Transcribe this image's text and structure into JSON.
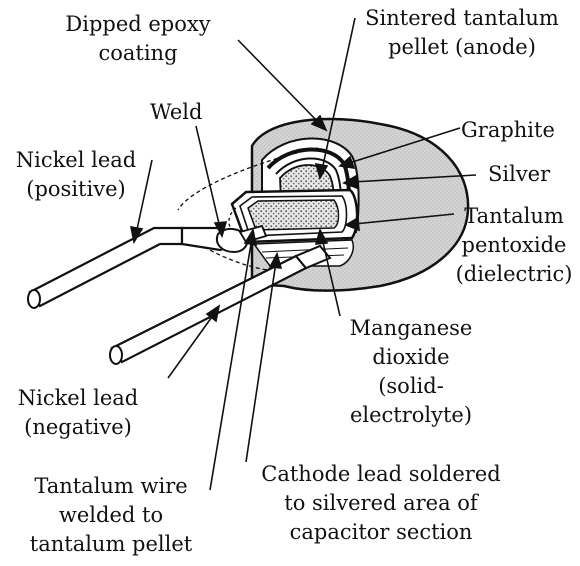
{
  "labels": {
    "dipped_epoxy": [
      "Dipped epoxy",
      "coating"
    ],
    "sintered_pellet": [
      "Sintered tantalum",
      "pellet (anode)"
    ],
    "weld": [
      "Weld"
    ],
    "graphite": [
      "Graphite"
    ],
    "nickel_positive": [
      "Nickel lead",
      "(positive)"
    ],
    "silver": [
      "Silver"
    ],
    "tantalum_pentoxide": [
      "Tantalum",
      "pentoxide",
      "(dielectric)"
    ],
    "manganese_dioxide": [
      "Manganese",
      "dioxide",
      "(solid-",
      "electrolyte)"
    ],
    "nickel_negative": [
      "Nickel lead",
      "(negative)"
    ],
    "tantalum_wire": [
      "Tantalum wire",
      "welded to",
      "tantalum pellet"
    ],
    "cathode_lead": [
      "Cathode lead soldered",
      "to silvered area of",
      "capacitor section"
    ]
  },
  "colors": {
    "ink": "#111111",
    "epoxy_fill": "#cfcfcf",
    "pellet_fill": "#b9b9b9",
    "paper": "#ffffff"
  }
}
